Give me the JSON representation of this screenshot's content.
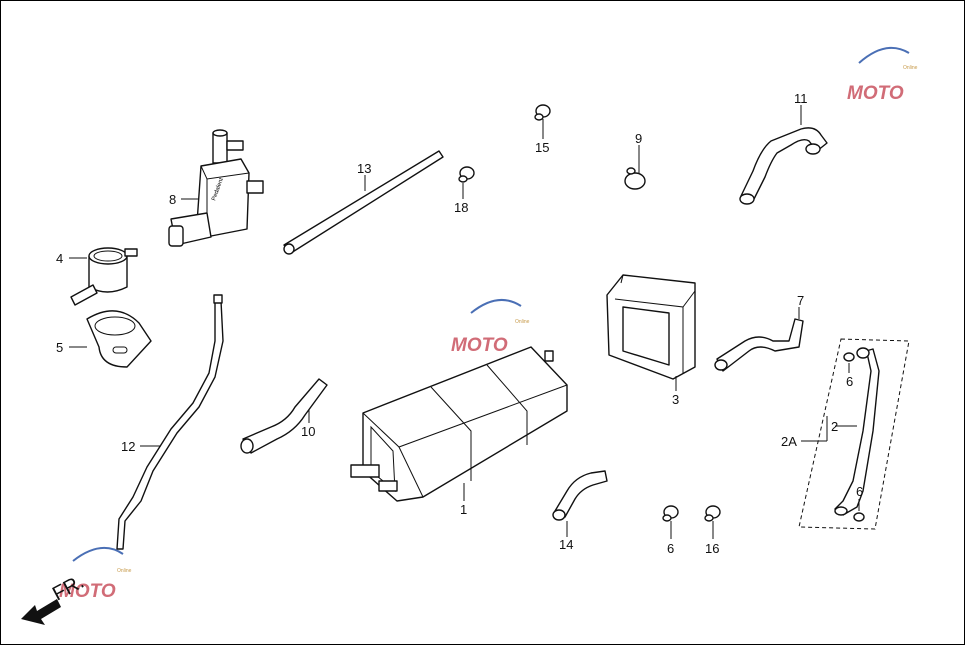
{
  "diagram": {
    "callouts": [
      {
        "id": "c1",
        "text": "1"
      },
      {
        "id": "c2",
        "text": "2"
      },
      {
        "id": "c2A",
        "text": "2A"
      },
      {
        "id": "c3",
        "text": "3"
      },
      {
        "id": "c4",
        "text": "4"
      },
      {
        "id": "c5",
        "text": "5"
      },
      {
        "id": "c6a",
        "text": "6"
      },
      {
        "id": "c6b",
        "text": "6"
      },
      {
        "id": "c6c",
        "text": "6"
      },
      {
        "id": "c7",
        "text": "7"
      },
      {
        "id": "c8",
        "text": "8"
      },
      {
        "id": "c9",
        "text": "9"
      },
      {
        "id": "c10",
        "text": "10"
      },
      {
        "id": "c11",
        "text": "11"
      },
      {
        "id": "c12",
        "text": "12"
      },
      {
        "id": "c13",
        "text": "13"
      },
      {
        "id": "c14",
        "text": "14"
      },
      {
        "id": "c15",
        "text": "15"
      },
      {
        "id": "c16",
        "text": "16"
      },
      {
        "id": "c18",
        "text": "18"
      }
    ],
    "direction_label": "FR.",
    "watermark_text": "MOTO",
    "watermark_subtext": "Online",
    "colors": {
      "line": "#111111",
      "watermark": "#c23b4a",
      "watermark_swoosh": "#4a6fb5"
    }
  }
}
